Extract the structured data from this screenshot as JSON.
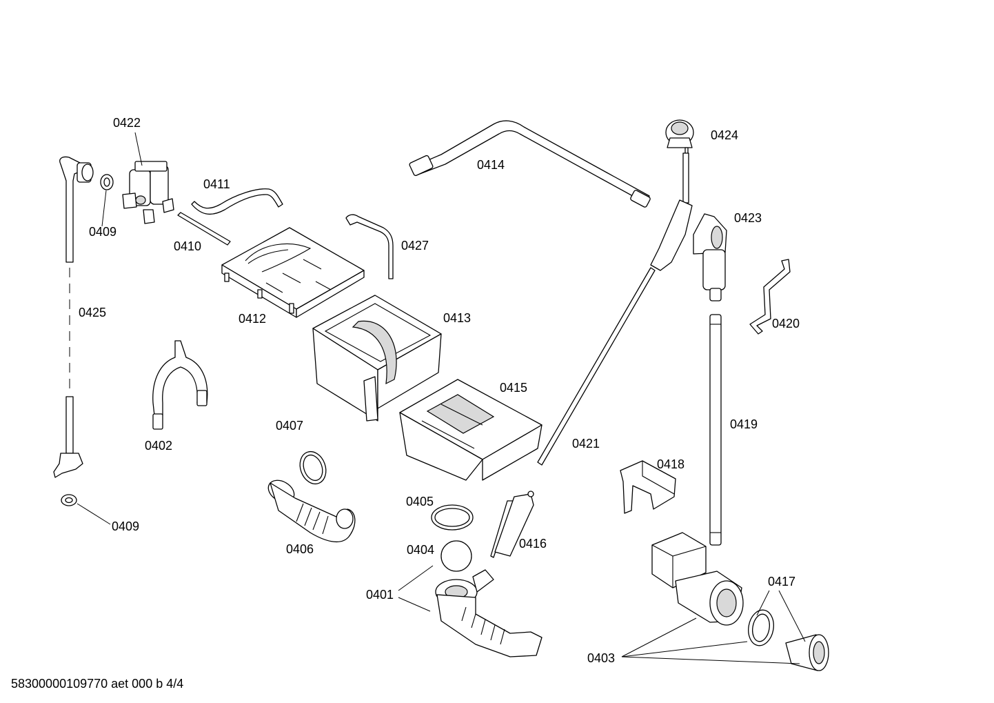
{
  "labels": {
    "l0422": "0422",
    "l0411": "0411",
    "l0414": "0414",
    "l0424": "0424",
    "l0423": "0423",
    "l0409a": "0409",
    "l0410": "0410",
    "l0427": "0427",
    "l0425": "0425",
    "l0412": "0412",
    "l0413": "0413",
    "l0420": "0420",
    "l0415": "0415",
    "l0419": "0419",
    "l0402": "0402",
    "l0407": "0407",
    "l0421": "0421",
    "l0418": "0418",
    "l0405": "0405",
    "l0416": "0416",
    "l0409b": "0409",
    "l0406": "0406",
    "l0404": "0404",
    "l0417": "0417",
    "l0401": "0401",
    "l0403": "0403"
  },
  "footer": "58300000109770 aet 000 b 4/4"
}
